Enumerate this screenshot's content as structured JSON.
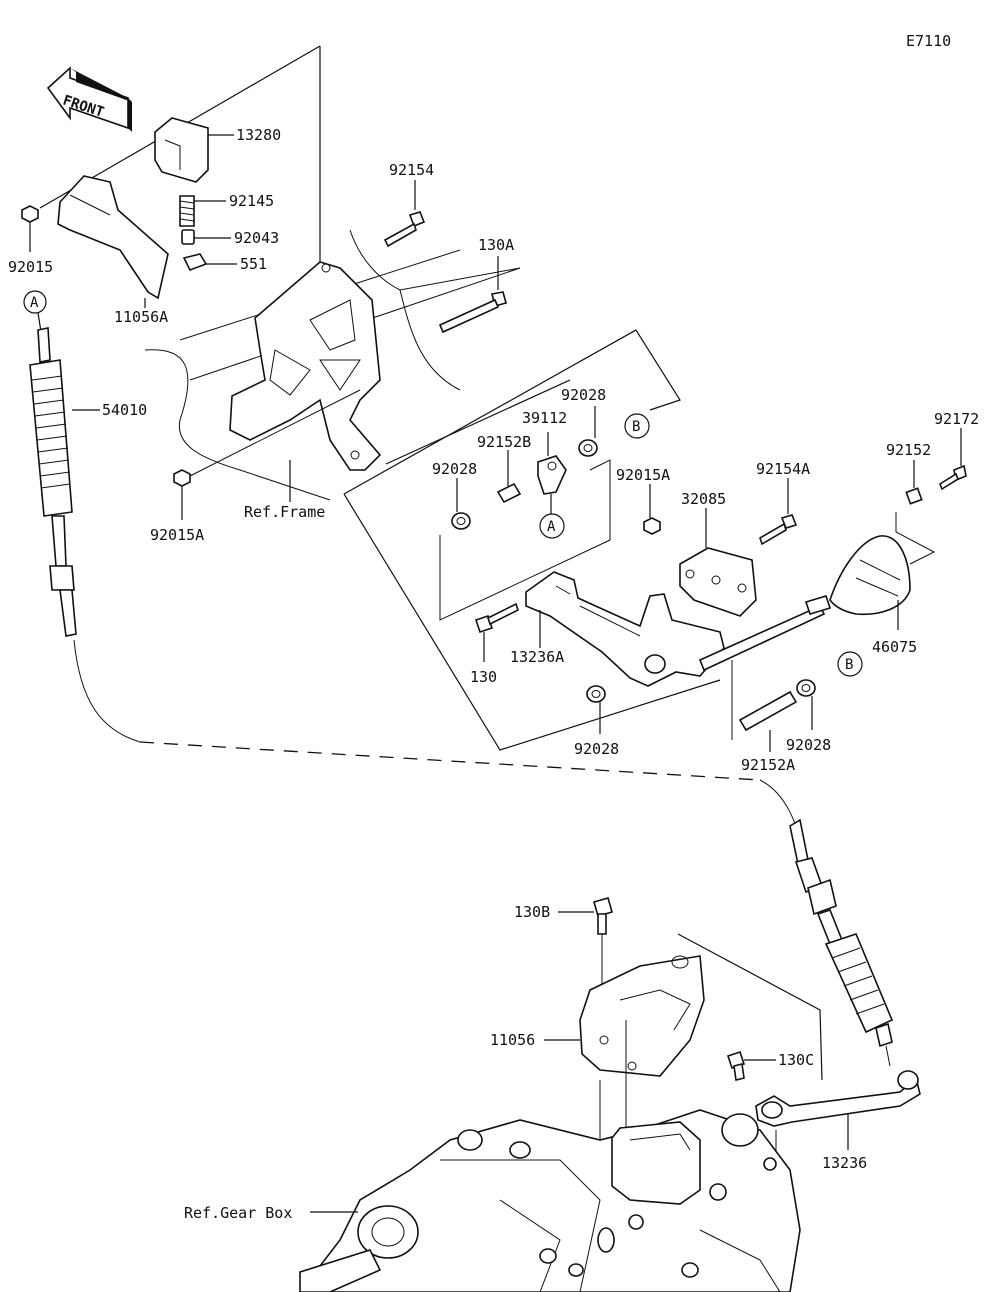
{
  "diagram_code": "E7110",
  "front_label": "FRONT",
  "parts": {
    "p13280": "13280",
    "p92145": "92145",
    "p92043": "92043",
    "p551": "551",
    "p92015": "92015",
    "p11056A": "11056A",
    "p54010": "54010",
    "p92154": "92154",
    "p130A": "130A",
    "p92015A_left": "92015A",
    "p92028_top": "92028",
    "p39112": "39112",
    "p92152B": "92152B",
    "p92028_left": "92028",
    "p92015A_mid": "92015A",
    "p32085": "32085",
    "p92154A": "92154A",
    "p92152": "92152",
    "p92172": "92172",
    "p46075": "46075",
    "p130": "130",
    "p13236A": "13236A",
    "p92028_bottom": "92028",
    "p92152A": "92152A",
    "p92028_right": "92028",
    "p130B": "130B",
    "p11056": "11056",
    "p130C": "130C",
    "p13236": "13236"
  },
  "refs": {
    "frame": "Ref.Frame",
    "gearbox": "Ref.Gear Box"
  },
  "callouts": {
    "a_top": "A",
    "a_mid": "A",
    "b_top": "B",
    "b_mid": "B"
  }
}
